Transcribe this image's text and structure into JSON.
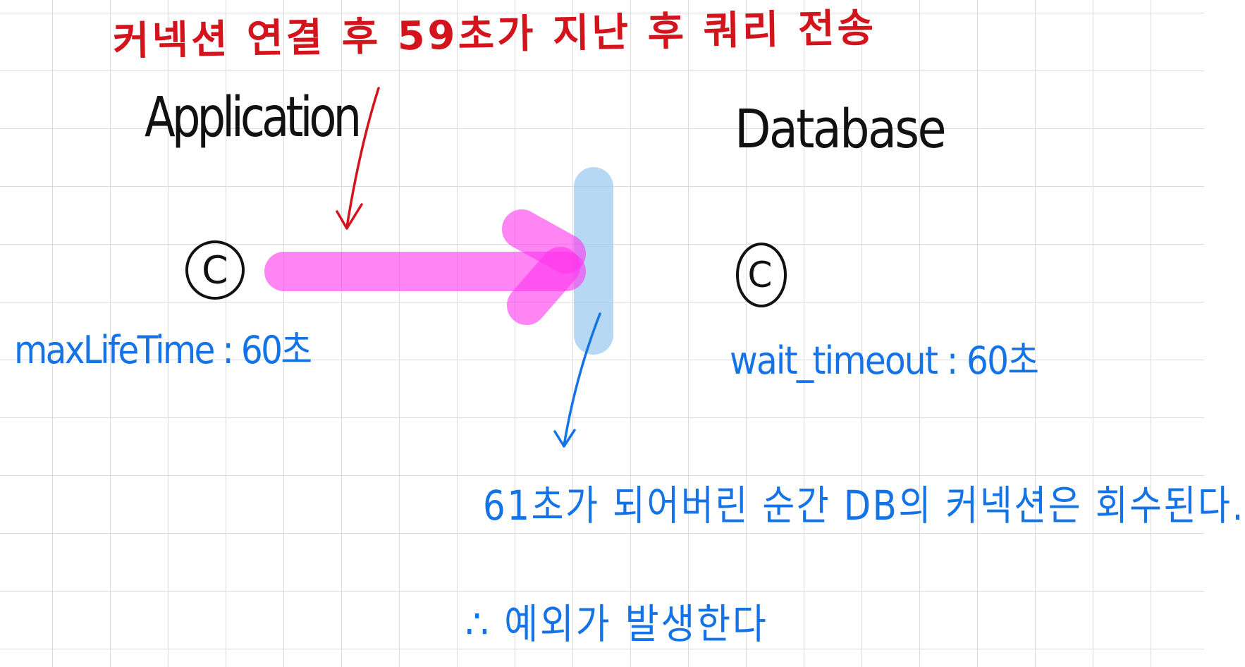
{
  "annotation_red": "커넥션 연결 후 59초가 지난 후 쿼리 전송",
  "application_label": "Application",
  "database_label": "Database",
  "app_connection_symbol": "C",
  "db_connection_symbol": "C",
  "app_setting": "maxLifeTime : 60초",
  "db_setting": "wait_timeout : 60초",
  "result_text": "61초가 되어버린 순간 DB의 커넥션은 회수된다.",
  "conclusion_text": "∴ 예외가 발생한다",
  "colors": {
    "red_ink": "#d4141c",
    "blue_ink": "#1473e6",
    "black_ink": "#111111",
    "arrow_pink": "#ff33ee",
    "barrier_blue": "#9ecbf2",
    "grid": "#dcdcdc"
  }
}
